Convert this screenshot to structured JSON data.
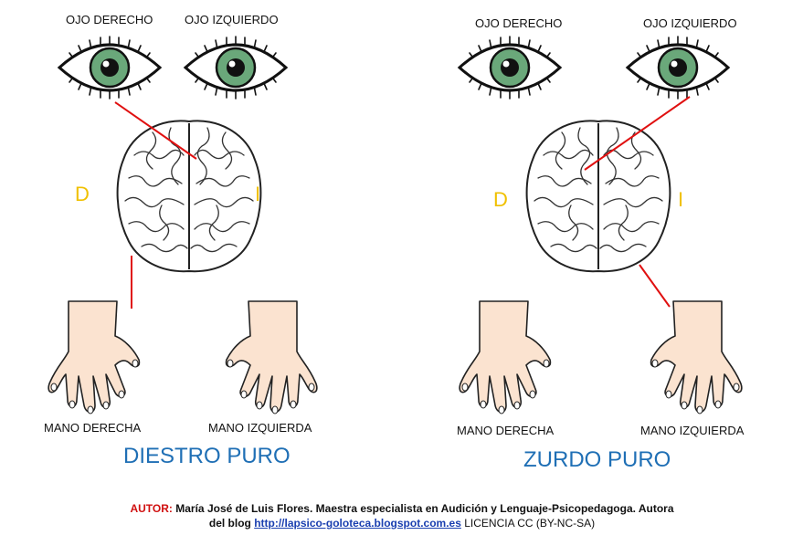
{
  "panels": [
    {
      "right_eye": "OJO DERECHO",
      "left_eye": "OJO IZQUIERDO",
      "side_right": "D",
      "side_left": "I",
      "right_hand": "MANO DERECHA",
      "left_hand": "MANO IZQUIERDA",
      "title": "DIESTRO PURO"
    },
    {
      "right_eye": "OJO DERECHO",
      "left_eye": "OJO IZQUIERDO",
      "side_right": "D",
      "side_left": "I",
      "right_hand": "MANO DERECHA",
      "left_hand": "MANO IZQUIERDA",
      "title": "ZURDO PURO"
    }
  ],
  "credit": {
    "prefix": "AUTOR:",
    "text": " María José de Luis Flores. Maestra especialista en Audición y Lenguaje-Psicopedagoga. Autora",
    "blog_prefix": "del blog ",
    "url": "http://lapsico-goloteca.blogspot.com.es",
    "license": " LICENCIA CC (BY-NC-SA)"
  },
  "colors": {
    "iris": "#6aa87a",
    "line": "#e01010",
    "skin": "#fbe3d0",
    "title": "#1f6fb5",
    "side_letter": "#f0c000"
  }
}
